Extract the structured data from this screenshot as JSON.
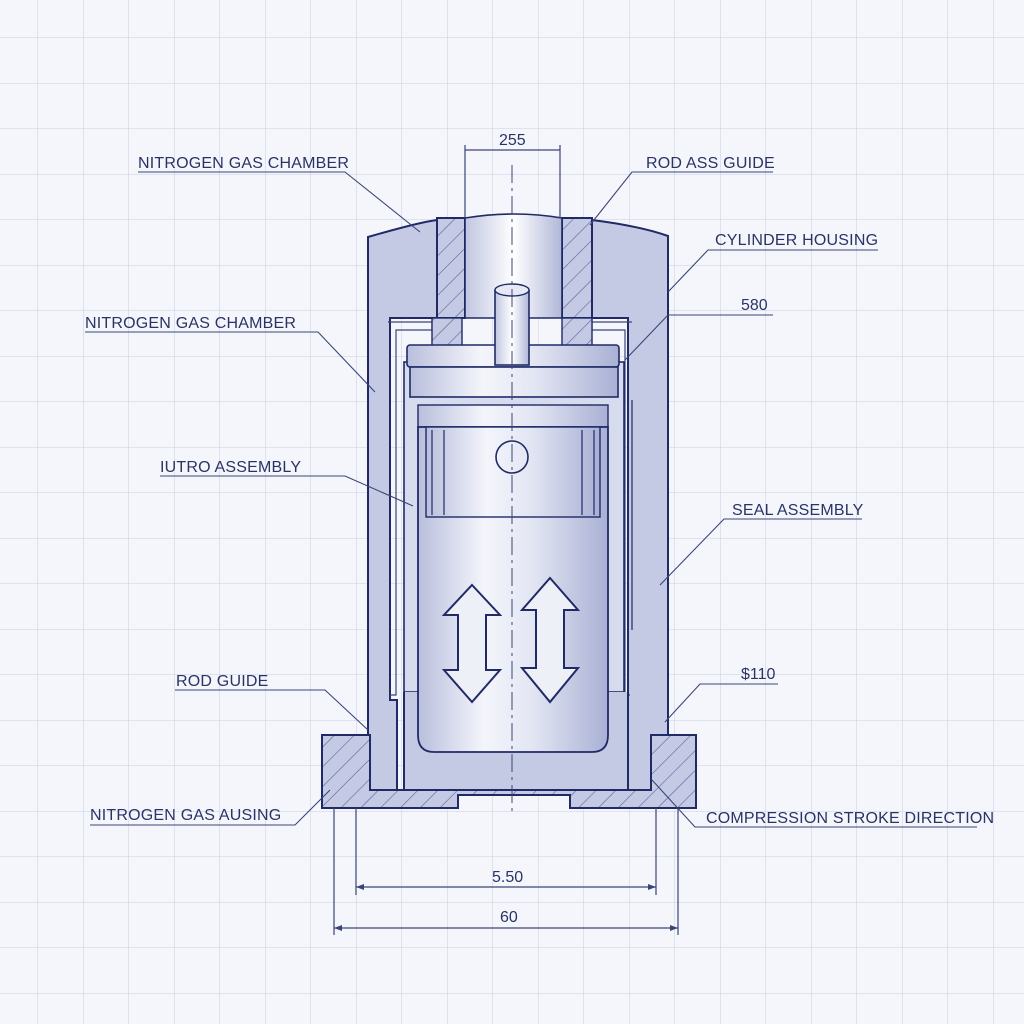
{
  "labels": {
    "nitrogen_gas_chamber_top": "NITROGEN GAS CHAMBER",
    "rod_ass_guide": "ROD ASS GUIDE",
    "cylinder_housing": "CYLINDER HOUSING",
    "nitrogen_gas_chamber_mid": "NITROGEN GAS CHAMBER",
    "iutro_assembly": "IUTRO ASSEMBLY",
    "seal_assembly": "SEAL ASSEMBLY",
    "rod_guide": "ROD GUIDE",
    "nitrogen_gas_ausing": "NITROGEN GAS AUSING",
    "compression_stroke_direction": "COMPRESSION STROKE DIRECTION"
  },
  "dimensions": {
    "top_width": "255",
    "right_580": "580",
    "right_110": "$110",
    "bottom_inner": "5.50",
    "bottom_outer": "60"
  },
  "colors": {
    "grid": "#c9cfe2",
    "housing_fill": "#c4cae4",
    "outline": "#1f2a66",
    "label": "#2a3366",
    "background": "#f4f6fb"
  }
}
